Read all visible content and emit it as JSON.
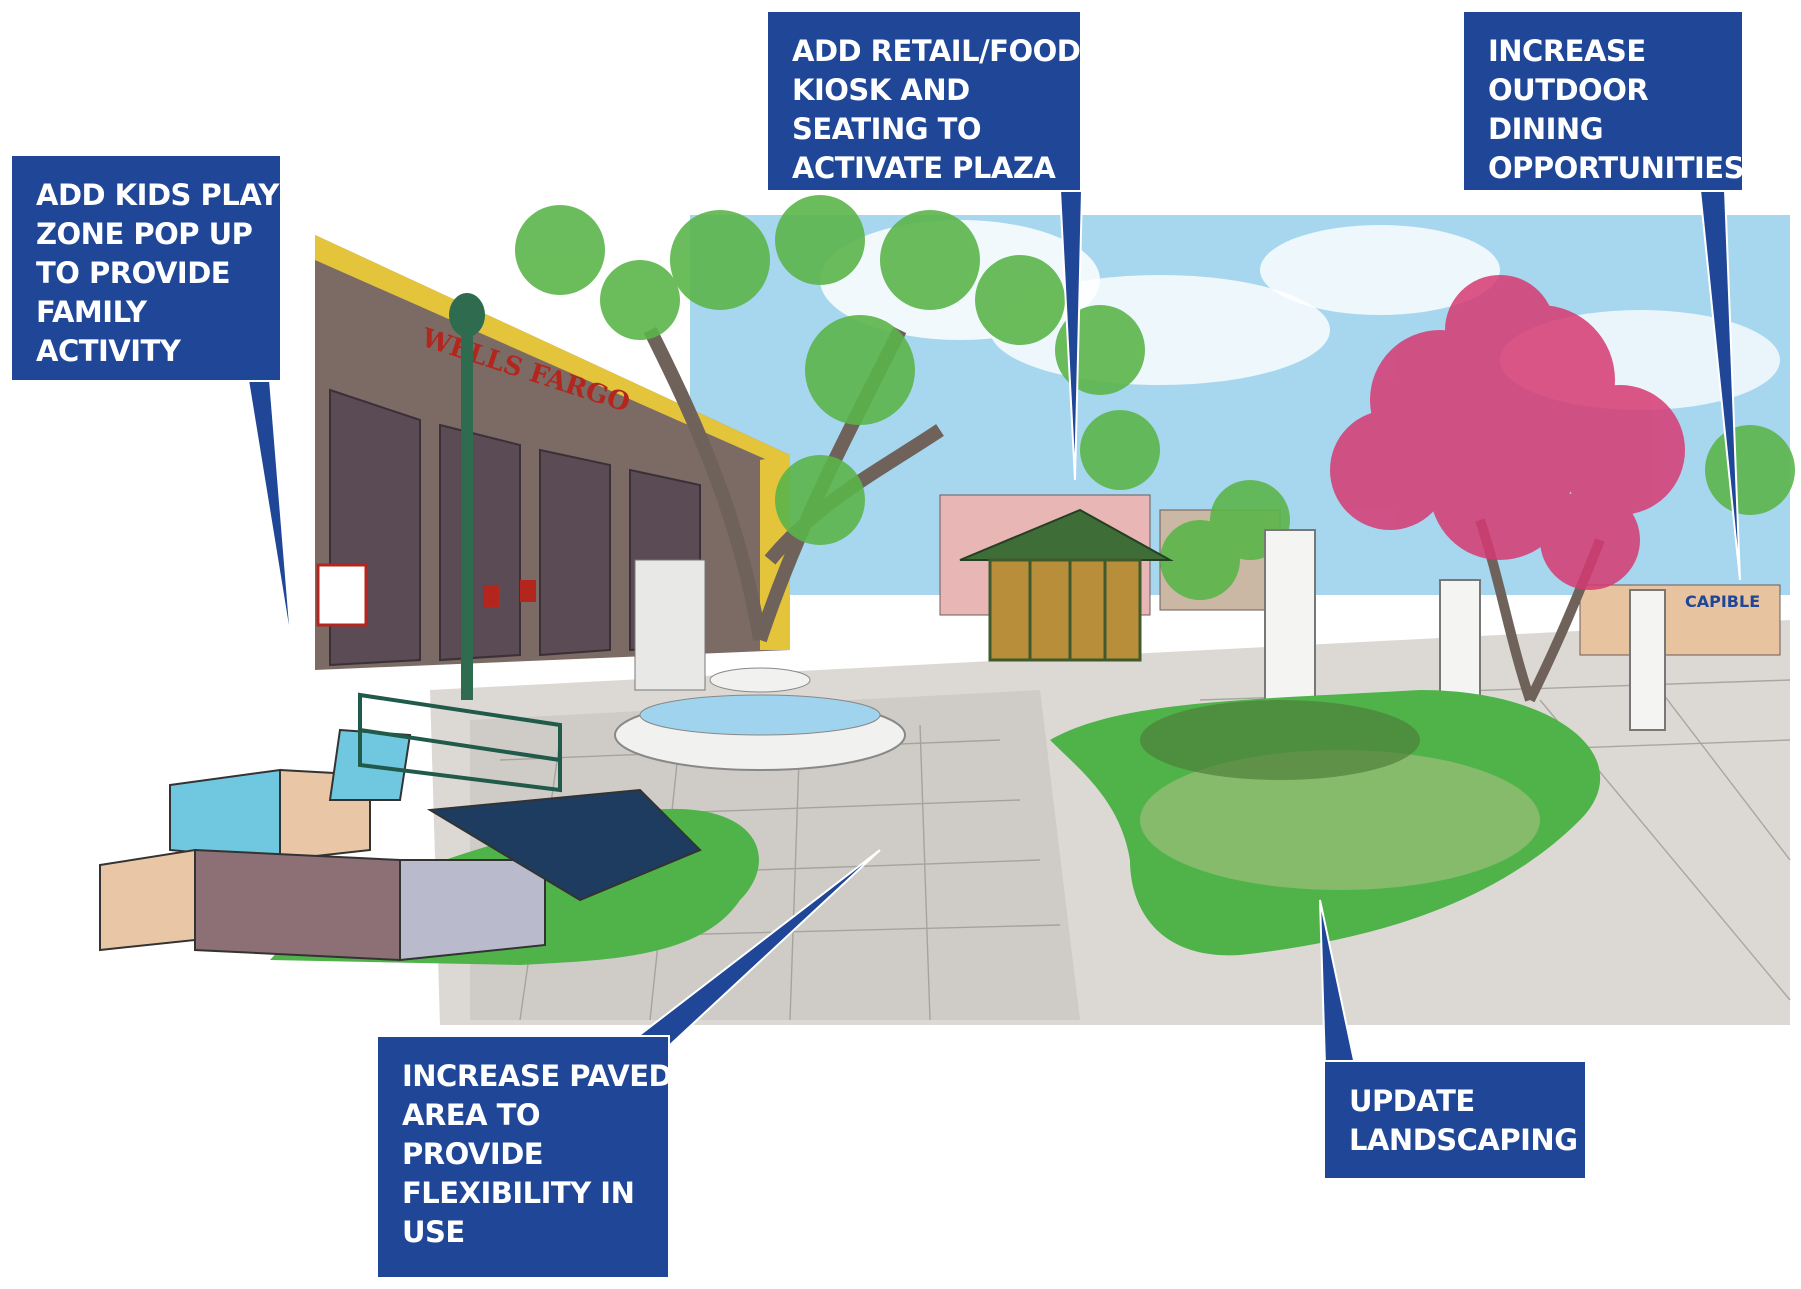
{
  "callouts": {
    "kids_play": {
      "lines": [
        "ADD KIDS PLAY",
        "ZONE POP UP",
        "TO PROVIDE",
        "FAMILY",
        "ACTIVITY"
      ]
    },
    "retail_kiosk": {
      "lines": [
        "ADD RETAIL/FOOD",
        "KIOSK AND",
        "SEATING TO",
        "ACTIVATE PLAZA"
      ]
    },
    "outdoor_dining": {
      "lines": [
        "INCREASE",
        "OUTDOOR",
        "DINING",
        "OPPORTUNITIES"
      ]
    },
    "paved_area": {
      "lines": [
        "INCREASE PAVED",
        "AREA TO",
        "PROVIDE",
        "FLEXIBILITY IN",
        "USE"
      ]
    },
    "landscaping": {
      "lines": [
        "UPDATE",
        "LANDSCAPING"
      ]
    }
  },
  "scene": {
    "bank_sign": "WELLS FARGO",
    "shop_sign": "CAPIBLE"
  },
  "colors": {
    "callout_fill": "#1f4697",
    "callout_text": "#ffffff",
    "sky": "#9fd3ee",
    "grass": "#4fb34a",
    "paving": "#d9d6d2",
    "building": "#7a6a63",
    "bank_trim": "#e4c43a",
    "bank_sign": "#b3261e",
    "tree_blossom": "#d63a72"
  }
}
